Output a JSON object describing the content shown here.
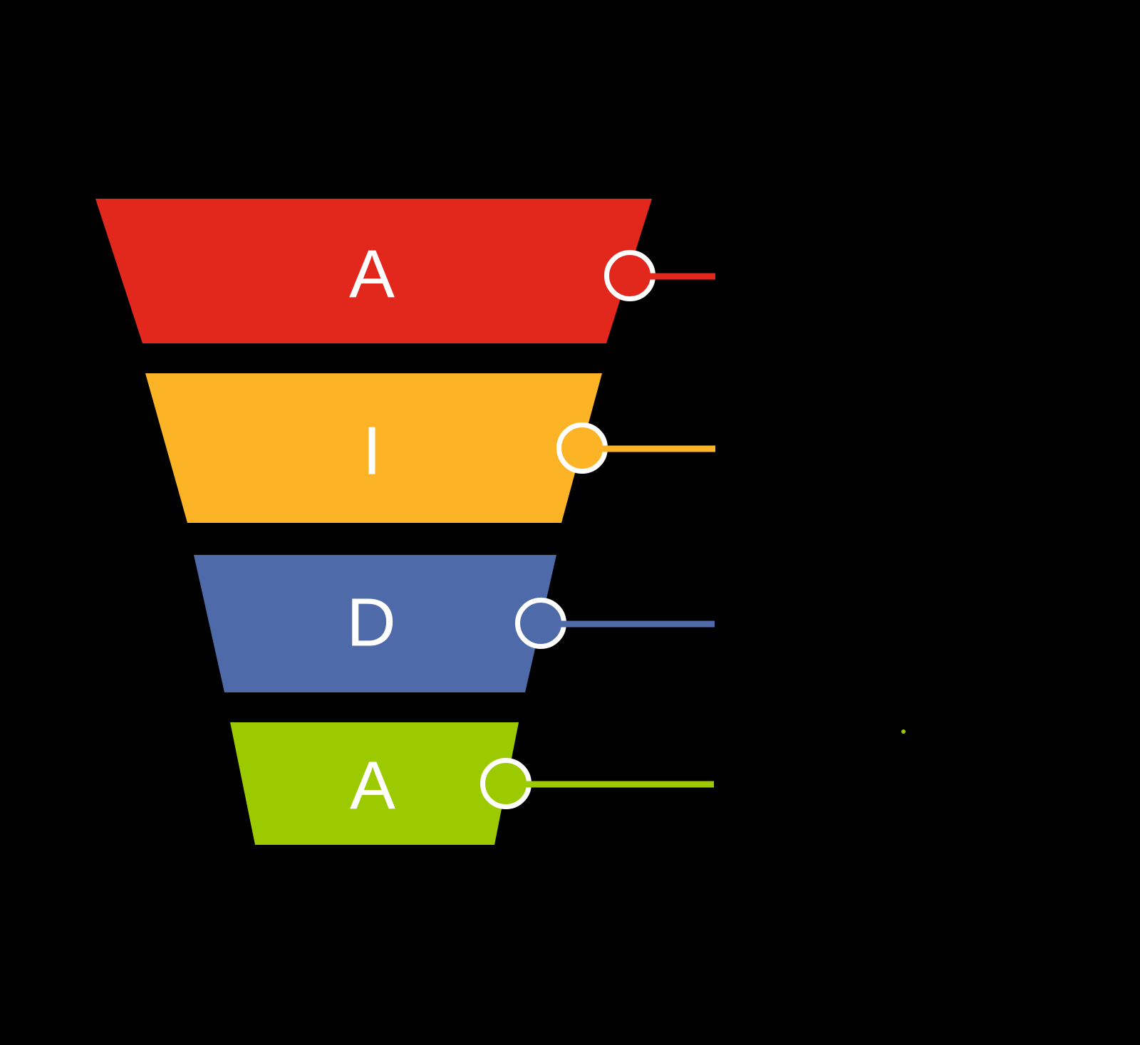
{
  "canvas": {
    "background_color": "#000000"
  },
  "funnel": {
    "type": "funnel",
    "stages": [
      {
        "letter": "A",
        "color": "#e2271d"
      },
      {
        "letter": "I",
        "color": "#fcb426"
      },
      {
        "letter": "D",
        "color": "#4f6aa8"
      },
      {
        "letter": "A",
        "color": "#9bca01"
      }
    ],
    "ring_color": "#ffffff",
    "letter_color": "#ffffff"
  },
  "decor": {
    "dot_color": "#9cc802"
  }
}
